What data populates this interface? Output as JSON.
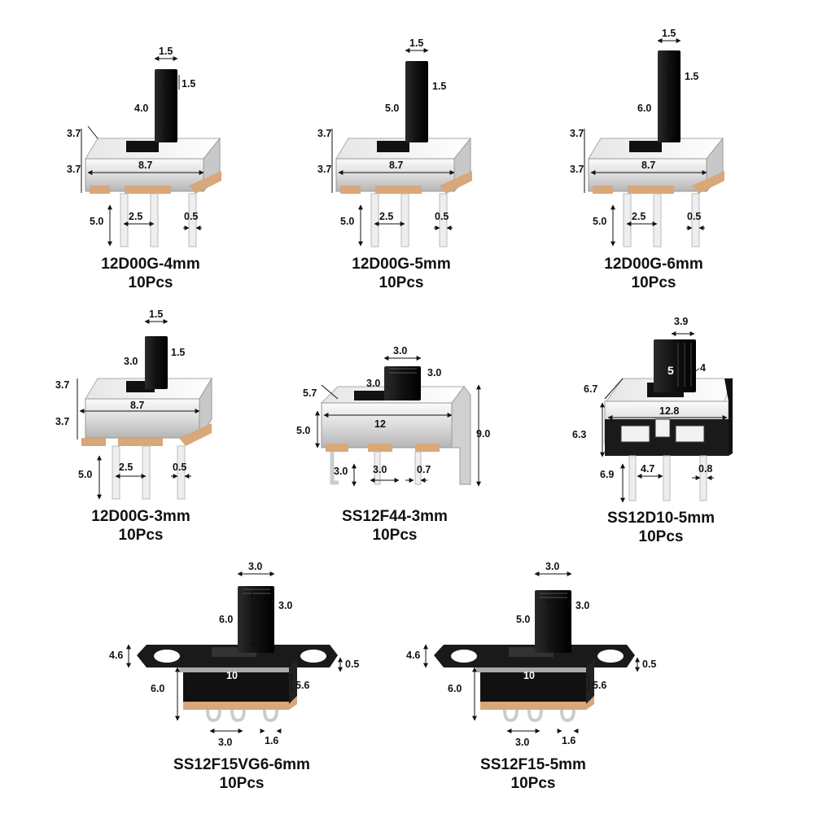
{
  "products": [
    {
      "model": "12D00G-4mm",
      "qty": "10Pcs",
      "dims": {
        "knob_w": "1.5",
        "knob_d": "1.5",
        "knob_h": "4.0",
        "depth": "3.7",
        "height": "3.7",
        "width": "8.7",
        "pin_len": "5.0",
        "pitch": "2.5",
        "pin_w": "0.5"
      }
    },
    {
      "model": "12D00G-5mm",
      "qty": "10Pcs",
      "dims": {
        "knob_w": "1.5",
        "knob_d": "1.5",
        "knob_h": "5.0",
        "depth": "3.7",
        "height": "3.7",
        "width": "8.7",
        "pin_len": "5.0",
        "pitch": "2.5",
        "pin_w": "0.5"
      }
    },
    {
      "model": "12D00G-6mm",
      "qty": "10Pcs",
      "dims": {
        "knob_w": "1.5",
        "knob_d": "1.5",
        "knob_h": "6.0",
        "depth": "3.7",
        "height": "3.7",
        "width": "8.7",
        "pin_len": "5.0",
        "pitch": "2.5",
        "pin_w": "0.5"
      }
    },
    {
      "model": "12D00G-3mm",
      "qty": "10Pcs",
      "dims": {
        "knob_w": "1.5",
        "knob_d": "1.5",
        "knob_h": "3.0",
        "depth": "3.7",
        "height": "3.7",
        "width": "8.7",
        "pin_len": "5.0",
        "pitch": "2.5",
        "pin_w": "0.5"
      }
    },
    {
      "model": "SS12F44-3mm",
      "qty": "10Pcs",
      "dims": {
        "knob_w": "3.0",
        "knob_h": "3.0",
        "knob_d": "3.0",
        "depth": "5.7",
        "height": "5.0",
        "width": "12",
        "total": "9.0",
        "pin_off": "3.0",
        "pitch": "3.0",
        "pin_w": "0.7"
      }
    },
    {
      "model": "SS12D10-5mm",
      "qty": "10Pcs",
      "dims": {
        "knob_w": "3.9",
        "knob_h": "5",
        "knob_d": "4",
        "depth": "6.7",
        "height": "6.3",
        "width": "12.8",
        "pin_len": "6.9",
        "pitch": "4.7",
        "pin_w": "0.8"
      }
    },
    {
      "model": "SS12F15VG6-6mm",
      "qty": "10Pcs",
      "dims": {
        "knob_w": "3.0",
        "knob_d": "3.0",
        "knob_h": "6.0",
        "flange_h": "4.6",
        "plate_t": "0.5",
        "width": "10",
        "depth": "5.6",
        "height": "6.0",
        "pitch": "3.0",
        "pin_w": "1.6"
      }
    },
    {
      "model": "SS12F15-5mm",
      "qty": "10Pcs",
      "dims": {
        "knob_w": "3.0",
        "knob_d": "3.0",
        "knob_h": "5.0",
        "flange_h": "4.6",
        "plate_t": "0.5",
        "width": "10",
        "depth": "5.6",
        "height": "6.0",
        "pitch": "3.0",
        "pin_w": "1.6"
      }
    }
  ]
}
